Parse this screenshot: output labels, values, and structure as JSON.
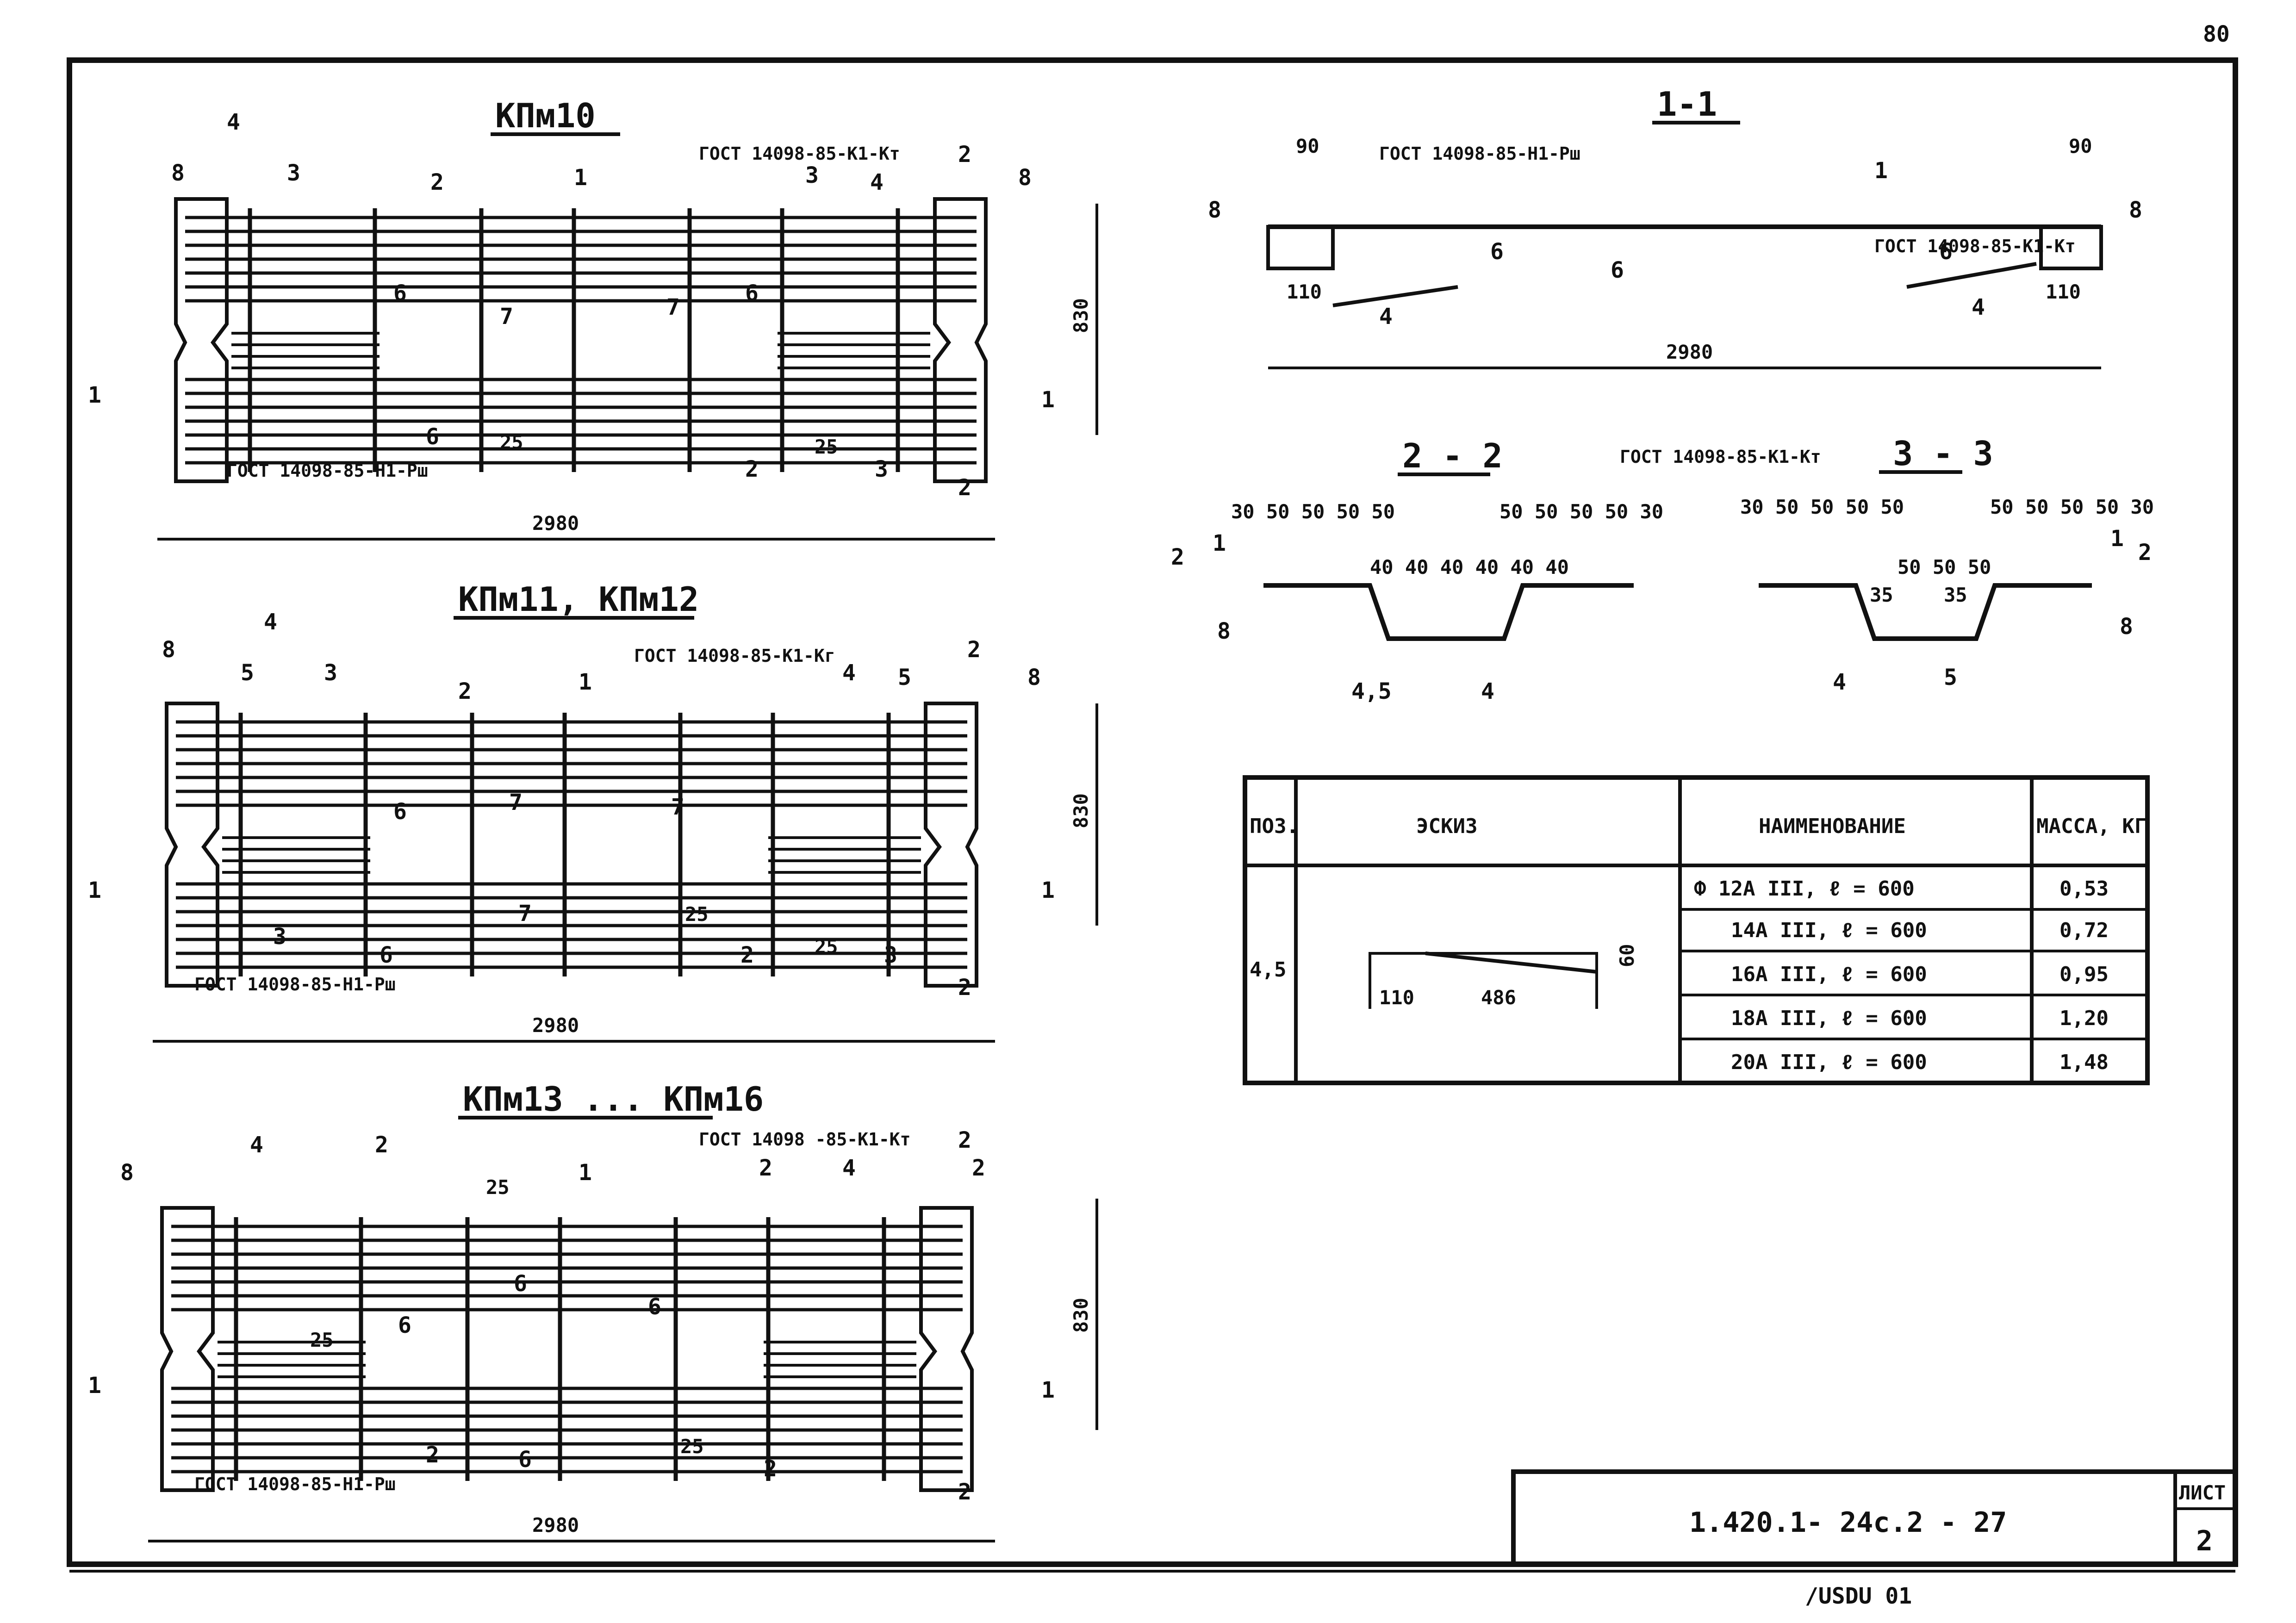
{
  "page_number": "80",
  "bottom_note": "/USDU 01",
  "gost_h1_rsh": "ГОСТ 14098-85-Н1-Рш",
  "gost_k1_kt": "ГОСТ 14098-85-К1-Кт",
  "gost_k1_kt_var": "ГОСТ 14098 -85-К1-Кт",
  "gost_k1_kg": "ГОСТ 14098-85-К1-Кг",
  "views": {
    "kpm10": {
      "title": "КПм10",
      "length": "2980",
      "height": "830"
    },
    "kpm11": {
      "title": "КПм11, КПм12",
      "length": "2980",
      "height": "830"
    },
    "kpm13": {
      "title": "КПм13 ... КПм16",
      "length": "2980",
      "height": "830"
    }
  },
  "sections": {
    "s11": {
      "title": "1-1",
      "left": "90",
      "right": "90",
      "end_left": "110",
      "end_right": "110",
      "length": "2980"
    },
    "s22": {
      "title": "2 - 2",
      "top_left": "30   50 50 50 50",
      "top_right": "50 50 50 50 30",
      "mid": "40 40 40 40 40 40",
      "bottom_a": "4,5",
      "bottom_b": "4"
    },
    "s33": {
      "title": "3 - 3",
      "top_left": "30   50 50 50 50",
      "top_right": "50 50 50 50 30",
      "mid": "50 50 50",
      "side_a": "35",
      "side_b": "35",
      "bottom_a": "4",
      "bottom_b": "5"
    }
  },
  "marks": {
    "p1": "1",
    "p2": "2",
    "p3": "3",
    "p4": "4",
    "p5": "5",
    "p6": "6",
    "p7": "7",
    "p8": "8",
    "d25": "25",
    "cut1": "1",
    "cut2": "2"
  },
  "spec_table": {
    "headers": {
      "pos": "ПОЗ.",
      "sketch": "ЭСКИЗ",
      "name": "НАИМЕНОВАНИЕ",
      "mass": "МАССА, КГ"
    },
    "pos": "4,5",
    "sketch": {
      "a": "110",
      "b": "486",
      "c": "60"
    },
    "rows": [
      {
        "name": "Ф 12А III,  ℓ = 600",
        "mass": "0,53"
      },
      {
        "name": "14А III,  ℓ = 600",
        "mass": "0,72"
      },
      {
        "name": "16А III,  ℓ = 600",
        "mass": "0,95"
      },
      {
        "name": "18А III,  ℓ = 600",
        "mass": "1,20"
      },
      {
        "name": "20А III,  ℓ = 600",
        "mass": "1,48"
      }
    ]
  },
  "title_block": {
    "code": "1.420.1- 24с.2 - 27",
    "sheet_label": "ЛИСТ",
    "sheet_no": "2"
  }
}
